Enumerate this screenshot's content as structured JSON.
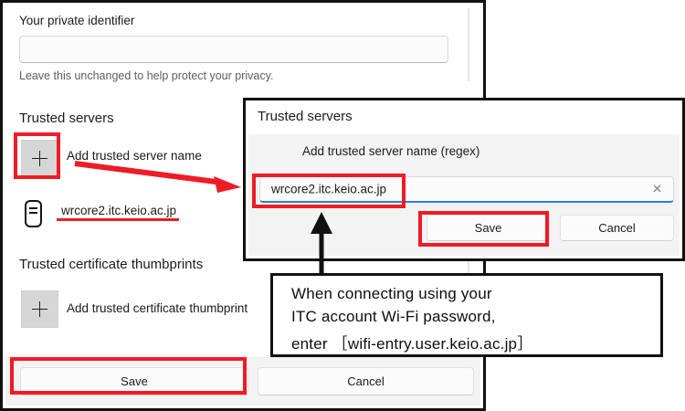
{
  "background_window": {
    "private_identifier": {
      "label": "Your private identifier",
      "value": "",
      "placeholder": "",
      "hint": "Leave this unchanged to help protect your privacy."
    },
    "trusted_servers": {
      "heading": "Trusted servers",
      "add_label": "Add trusted server name",
      "add_icon": "plus-icon",
      "entries": [
        {
          "icon": "server-icon",
          "name": "wrcore2.itc.keio.ac.jp"
        }
      ]
    },
    "trusted_thumbprints": {
      "heading": "Trusted certificate thumbprints",
      "add_label": "Add trusted certificate thumbprint",
      "add_icon": "plus-icon"
    },
    "footer": {
      "save_label": "Save",
      "cancel_label": "Cancel"
    }
  },
  "popup_dialog": {
    "title": "Trusted servers",
    "sub_label": "Add trusted server name (regex)",
    "input": {
      "value": "wrcore2.itc.keio.ac.jp",
      "placeholder": "",
      "clear_icon": "close-icon"
    },
    "save_label": "Save",
    "cancel_label": "Cancel"
  },
  "annotations": {
    "accent_color": "#ee1c25",
    "arrow_color_red": "#ee1c25",
    "arrow_color_black": "#111111",
    "callout": {
      "line1": "When connecting using your",
      "line2": "ITC account Wi-Fi password,",
      "line3": "enter ［wifi-entry.user.keio.ac.jp］"
    }
  }
}
